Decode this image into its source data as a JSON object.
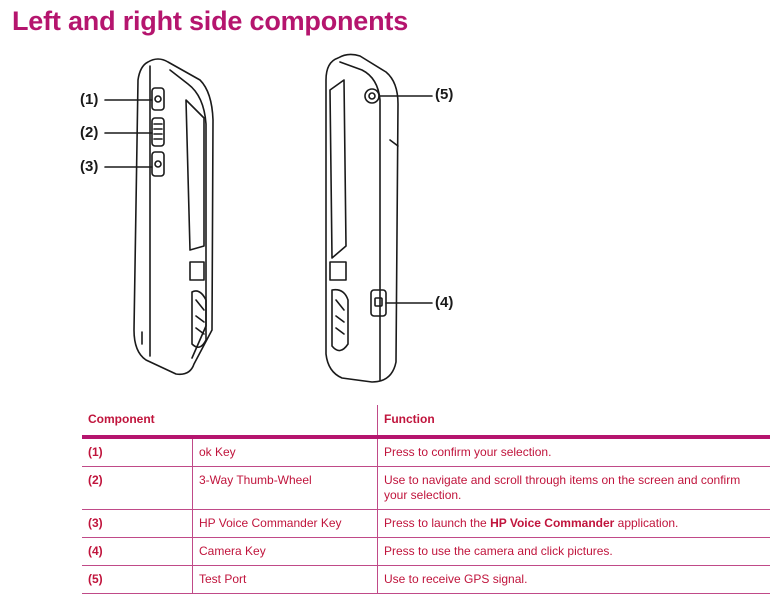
{
  "title": "Left and right side components",
  "callouts": [
    "(1)",
    "(2)",
    "(3)",
    "(4)",
    "(5)"
  ],
  "table": {
    "headers": {
      "component": "Component",
      "function": "Function"
    },
    "rows": [
      {
        "num": "(1)",
        "name": "ok Key",
        "fn_pre": "Press to confirm your selection.",
        "fn_bold": "",
        "fn_post": ""
      },
      {
        "num": "(2)",
        "name": "3-Way Thumb-Wheel",
        "fn_pre": "Use to navigate and scroll through items on the screen and confirm your selection.",
        "fn_bold": "",
        "fn_post": ""
      },
      {
        "num": "(3)",
        "name": "HP Voice Commander Key",
        "fn_pre": "Press to launch the ",
        "fn_bold": "HP Voice Commander",
        "fn_post": " application."
      },
      {
        "num": "(4)",
        "name": "Camera Key",
        "fn_pre": "Press to use the camera and click pictures.",
        "fn_bold": "",
        "fn_post": ""
      },
      {
        "num": "(5)",
        "name": "Test Port",
        "fn_pre": "Use to receive GPS signal.",
        "fn_bold": "",
        "fn_post": ""
      }
    ]
  },
  "colors": {
    "accent": "#b5156e",
    "table_text": "#c0143c"
  }
}
